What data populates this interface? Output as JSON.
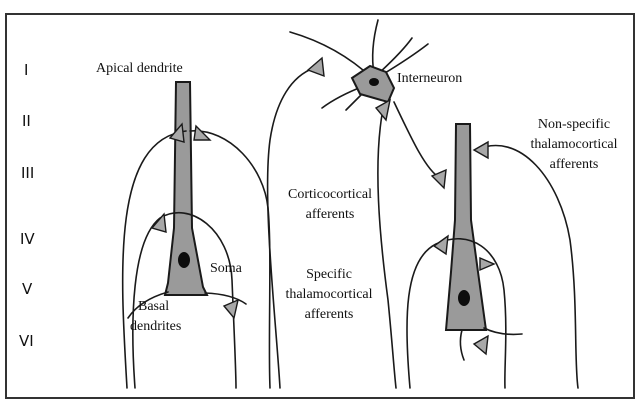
{
  "layers": [
    "I",
    "II",
    "III",
    "IV",
    "V",
    "VI"
  ],
  "labels": {
    "apical_dendrite": "Apical dendrite",
    "interneuron": "Interneuron",
    "non_specific": [
      "Non-specific",
      "thalamocortical",
      "afferents"
    ],
    "corticocortical": [
      "Corticocortical",
      "afferents"
    ],
    "soma": "Soma",
    "specific": [
      "Specific",
      "thalamocortical",
      "afferents"
    ],
    "basal": [
      "Basal",
      "dendrites"
    ]
  },
  "colors": {
    "cell_fill": "#9a9a9a",
    "terminal_fill": "#a8a8a8",
    "line": "#1a1a1a",
    "background": "#ffffff"
  }
}
